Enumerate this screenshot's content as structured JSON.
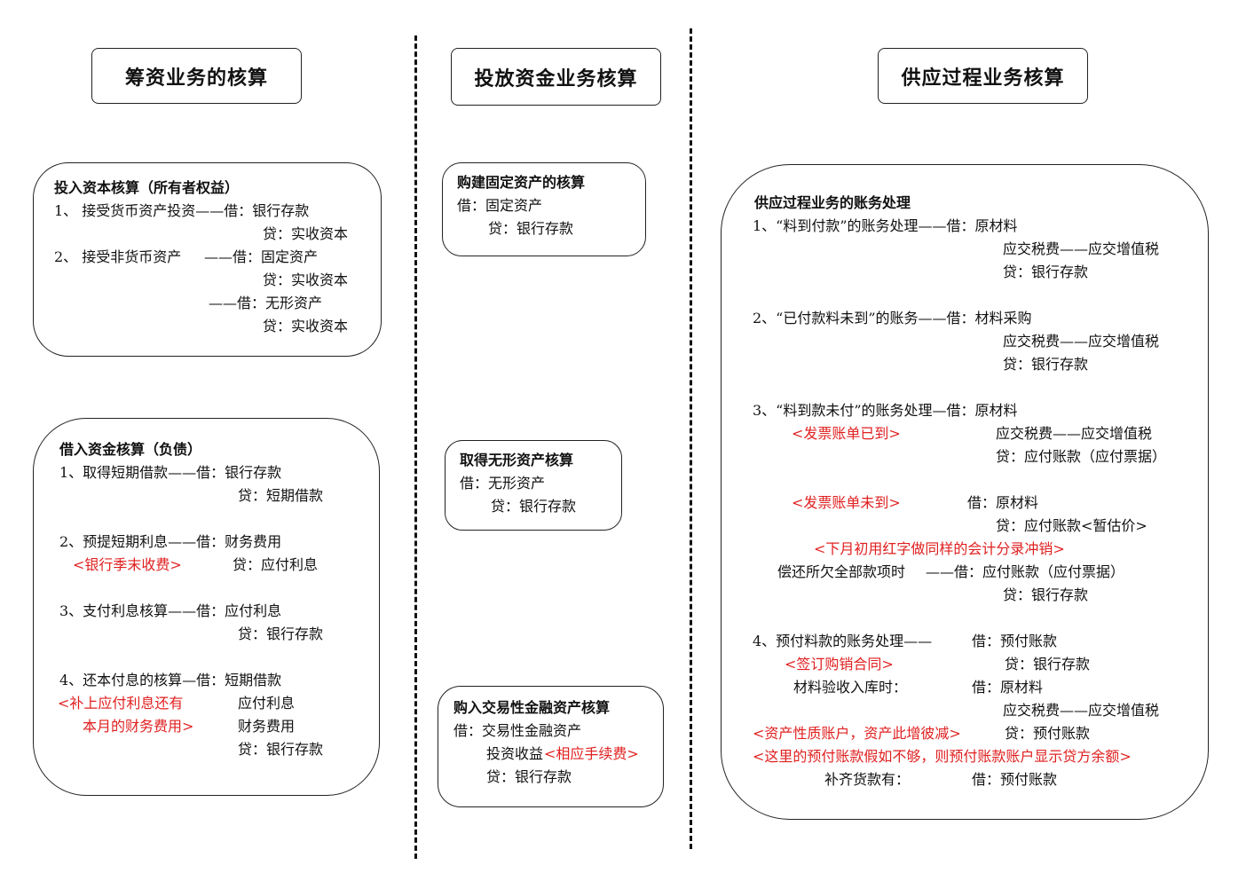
{
  "headers": {
    "financing": "筹资业务的核算",
    "investing": "投放资金业务核算",
    "supply": "供应过程业务核算"
  },
  "capital_box": {
    "title": "投入资本核算（所有者权益）",
    "l1": "1、 接受货币资产投资——借：银行存款",
    "l2": "贷：实收资本",
    "l3": "2、 接受非货币资产",
    "l3b": "——借：固定资产",
    "l4": "贷：实收资本",
    "l5": "——借：无形资产",
    "l6": "贷：实收资本"
  },
  "loan_box": {
    "title": "借入资金核算（负债）",
    "s1": "1、取得短期借款——借：银行存款",
    "s1b": "贷：短期借款",
    "s2": "2、预提短期利息——借：财务费用",
    "s2n": "<银行季末收费>",
    "s2b": "贷：应付利息",
    "s3": "3、支付利息核算——借：应付利息",
    "s3b": "贷：银行存款",
    "s4": "4、还本付息的核算—借：短期借款",
    "s4n1": "<补上应付利息还有",
    "s4c1": "应付利息",
    "s4n2": "本月的财务费用>",
    "s4c2": "财务费用",
    "s4c3": "贷：银行存款"
  },
  "fixed_box": {
    "title": "购建固定资产的核算",
    "l1": "借：固定资产",
    "l2": "贷：银行存款"
  },
  "intangible_box": {
    "title": "取得无形资产核算",
    "l1": "借：无形资产",
    "l2": "贷：银行存款"
  },
  "trading_box": {
    "title": "购入交易性金融资产核算",
    "l1": "借：交易性金融资产",
    "l2": "投资收益",
    "l2n": "<相应手续费>",
    "l3": "贷：银行存款"
  },
  "supply_box": {
    "title": "供应过程业务的账务处理",
    "a1": "1、“料到付款”的账务处理——借：原材料",
    "a2": "应交税费——应交增值税",
    "a3": "贷：银行存款",
    "b1": "2、“已付款料未到”的账务——借：材料采购",
    "b2": "应交税费——应交增值税",
    "b3": "贷：银行存款",
    "c1": "3、“料到款未付”的账务处理—借：原材料",
    "c2n": "<发票账单已到>",
    "c2": "应交税费——应交增值税",
    "c3": "贷：应付账款（应付票据）",
    "d1n": "<发票账单未到>",
    "d1": "借：原材料",
    "d2": "贷：应付账款<暂估价>",
    "d3n": "<下月初用红字做同样的会计分录冲销>",
    "d4": "偿还所欠全部款项时",
    "d4b": "——借：应付账款（应付票据）",
    "d5": "贷：银行存款",
    "e1": "4、预付料款的账务处理——",
    "e1b": "借：预付账款",
    "e2n": "<签订购销合同>",
    "e2": "贷：银行存款",
    "e3": "材料验收入库时：",
    "e3b": "借：原材料",
    "e4": "应交税费——应交增值税",
    "e5n": "<资产性质账户，资产此增彼减>",
    "e5": "贷：预付账款",
    "e6n": "<这里的预付账款假如不够，则预付账款账户显示贷方余额>",
    "e7": "补齐货款有：",
    "e7b": "借：预付账款"
  },
  "colors": {
    "note": "#e02020"
  }
}
